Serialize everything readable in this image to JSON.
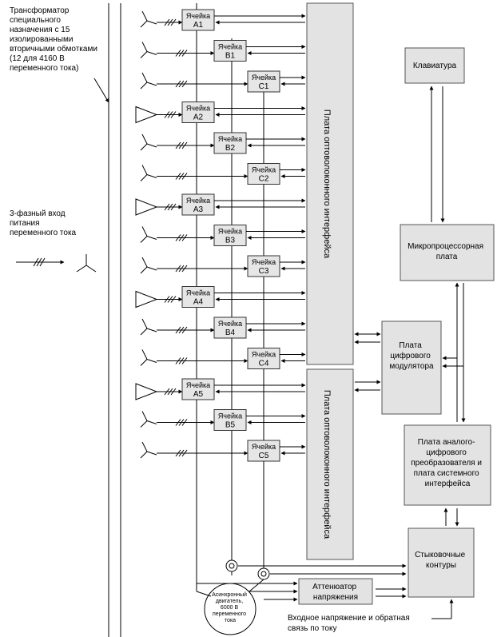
{
  "transformer_label": [
    "Трансформатор",
    "специального",
    "назначения с 15",
    "изолированными",
    "вторичными обмотками",
    "(12 для 4160 В",
    "переменного тока)"
  ],
  "input_label": [
    "3-фазный вход",
    "питания",
    "переменного тока"
  ],
  "cell_word": "Ячейка",
  "cells": [
    "A1",
    "B1",
    "C1",
    "A2",
    "B2",
    "C2",
    "A3",
    "B3",
    "C3",
    "A4",
    "B4",
    "C4",
    "A5",
    "B5",
    "C5"
  ],
  "fiber_board": "Плата оптоволоконного интерфейса",
  "keyboard": "Клавиатура",
  "microprocessor": [
    "Микропроцессорная",
    "плата"
  ],
  "modulator": [
    "Плата",
    "цифрового",
    "модулятора"
  ],
  "adc": [
    "Плата аналого-",
    "цифрового",
    "преобразователя и",
    "плата системного",
    "интерфейса"
  ],
  "interface": [
    "Стыковочные",
    "контуры"
  ],
  "attenuator": [
    "Аттенюатор",
    "напряжения"
  ],
  "motor": [
    "Асинхронный",
    "двигатель,",
    "6000 В",
    "переменного",
    "тока"
  ],
  "feedback": [
    "Входное напряжение и обратная",
    "связь по току"
  ],
  "colors": {
    "block_fill": "#e3e3e3",
    "cell_fill": "#e6e6e6",
    "line": "#000000"
  }
}
